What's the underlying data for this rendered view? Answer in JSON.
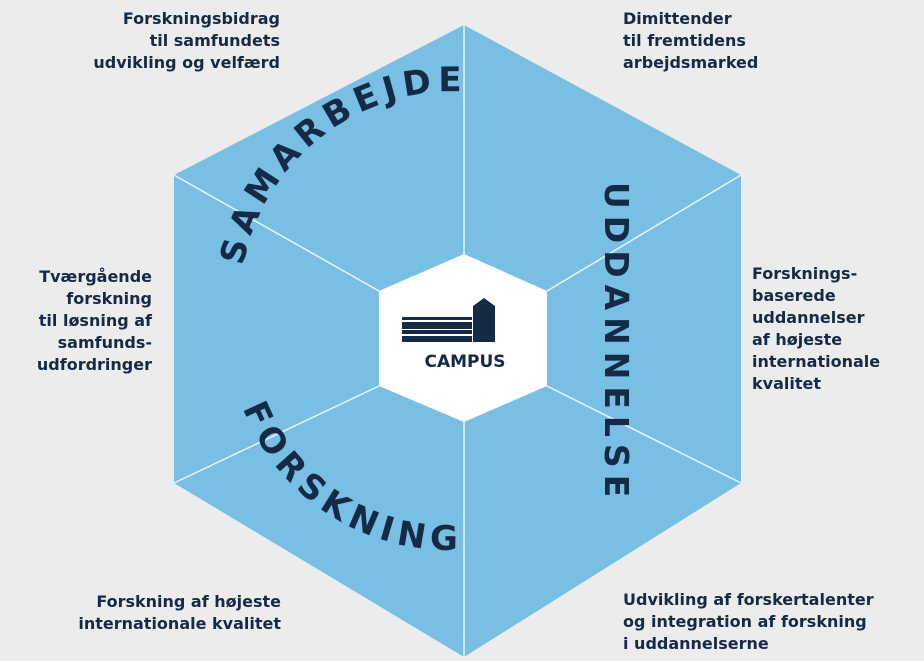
{
  "center": {
    "logo_text": "CAMPUS"
  },
  "pillars": {
    "samarbejde": "SAMARBEJDE",
    "uddannelse": "UDDANNELSE",
    "forskning": "FORSKNING"
  },
  "outcomes": {
    "top_left": [
      "Forskningsbidrag",
      "til samfundets",
      "udvikling og velfærd"
    ],
    "top_right": [
      "Dimittender",
      "til fremtidens",
      "arbejdsmarked"
    ],
    "mid_left": [
      "Tværgående",
      "forskning",
      "til løsning af",
      "samfunds-",
      "udfordringer"
    ],
    "mid_right": [
      "Forsknings-",
      "baserede",
      "uddannelser",
      "af højeste",
      "internationale",
      "kvalitet"
    ],
    "bottom_left": [
      "Forskning af højeste",
      "internationale kvalitet"
    ],
    "bottom_right": [
      "Udvikling af forskertalenter",
      "og integration af forskning",
      "i uddannelserne"
    ]
  },
  "colors": {
    "hexagon_fill": "#78bfe3",
    "divider": "#eaf4fa",
    "text": "#142a47",
    "center_fill": "#ffffff",
    "background": "#ececec"
  }
}
